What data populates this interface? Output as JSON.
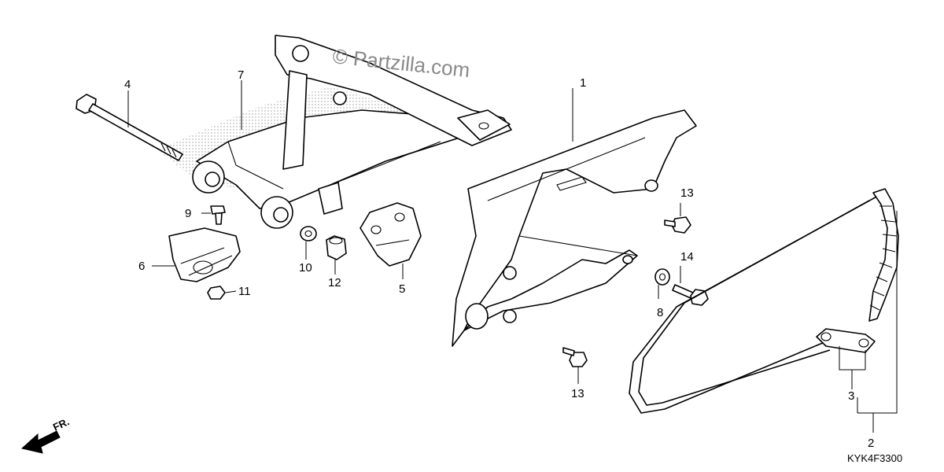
{
  "watermark": "© Partzilla.com",
  "diagram_code": "KYK4F3300",
  "direction_label": "FR.",
  "callouts": {
    "c1": "1",
    "c2": "2",
    "c3": "3",
    "c4": "4",
    "c5": "5",
    "c6": "6",
    "c7": "7",
    "c8": "8",
    "c9": "9",
    "c10": "10",
    "c11": "11",
    "c12": "12",
    "c13a": "13",
    "c13b": "13",
    "c14": "14"
  }
}
